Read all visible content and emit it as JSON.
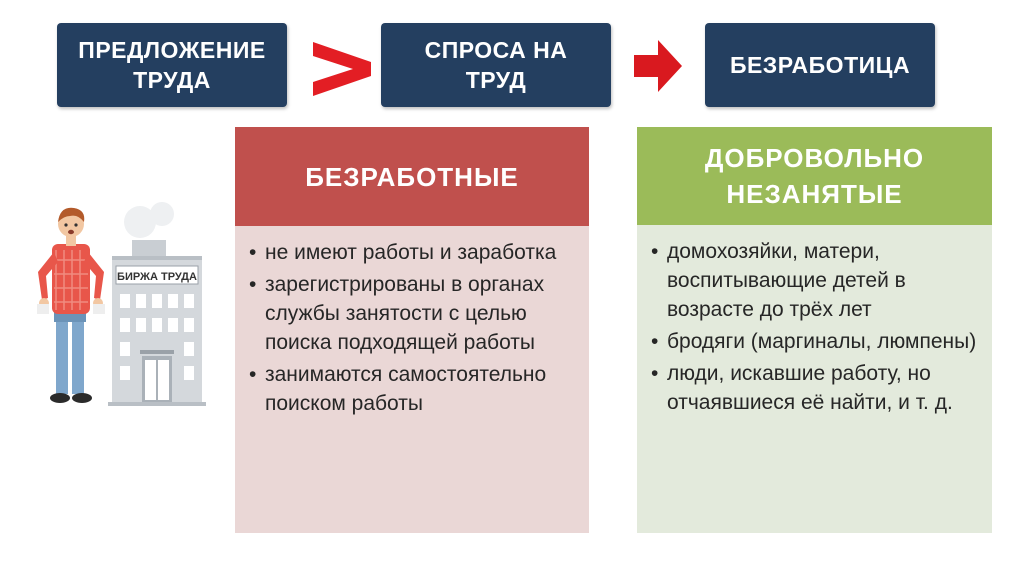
{
  "header": {
    "box1": "ПРЕДЛОЖЕНИЕ ТРУДА",
    "box2": "СПРОСА НА ТРУД",
    "box3": "БЕЗРАБОТИЦА"
  },
  "left_panel": {
    "title": "БЕЗРАБОТНЫЕ",
    "items": [
      "не имеют работы и заработка",
      "зарегистрированы в органах службы занятости с целью поиска подходящей работы",
      "занимаются самостоятельно поиском работы"
    ]
  },
  "right_panel": {
    "title": "ДОБРОВОЛЬНО НЕЗАНЯТЫЕ",
    "items": [
      "домохозяйки, матери, воспитывающие детей в возрасте до трёх лет",
      "бродяги (маргиналы, люмпены)",
      "люди, искавшие работу, но отчаявшиеся её найти, и т. д."
    ]
  },
  "illustration": {
    "sign_text": "БИРЖА ТРУДА"
  },
  "colors": {
    "box_bg": "#243f60",
    "red_header": "#c0504d",
    "red_body": "#ead7d6",
    "green_header": "#9bbb59",
    "green_body": "#e3eadc",
    "symbol_red": "#e31e24"
  },
  "icons": [
    "greater-than-icon",
    "arrow-right-icon",
    "person-icon",
    "building-icon"
  ]
}
